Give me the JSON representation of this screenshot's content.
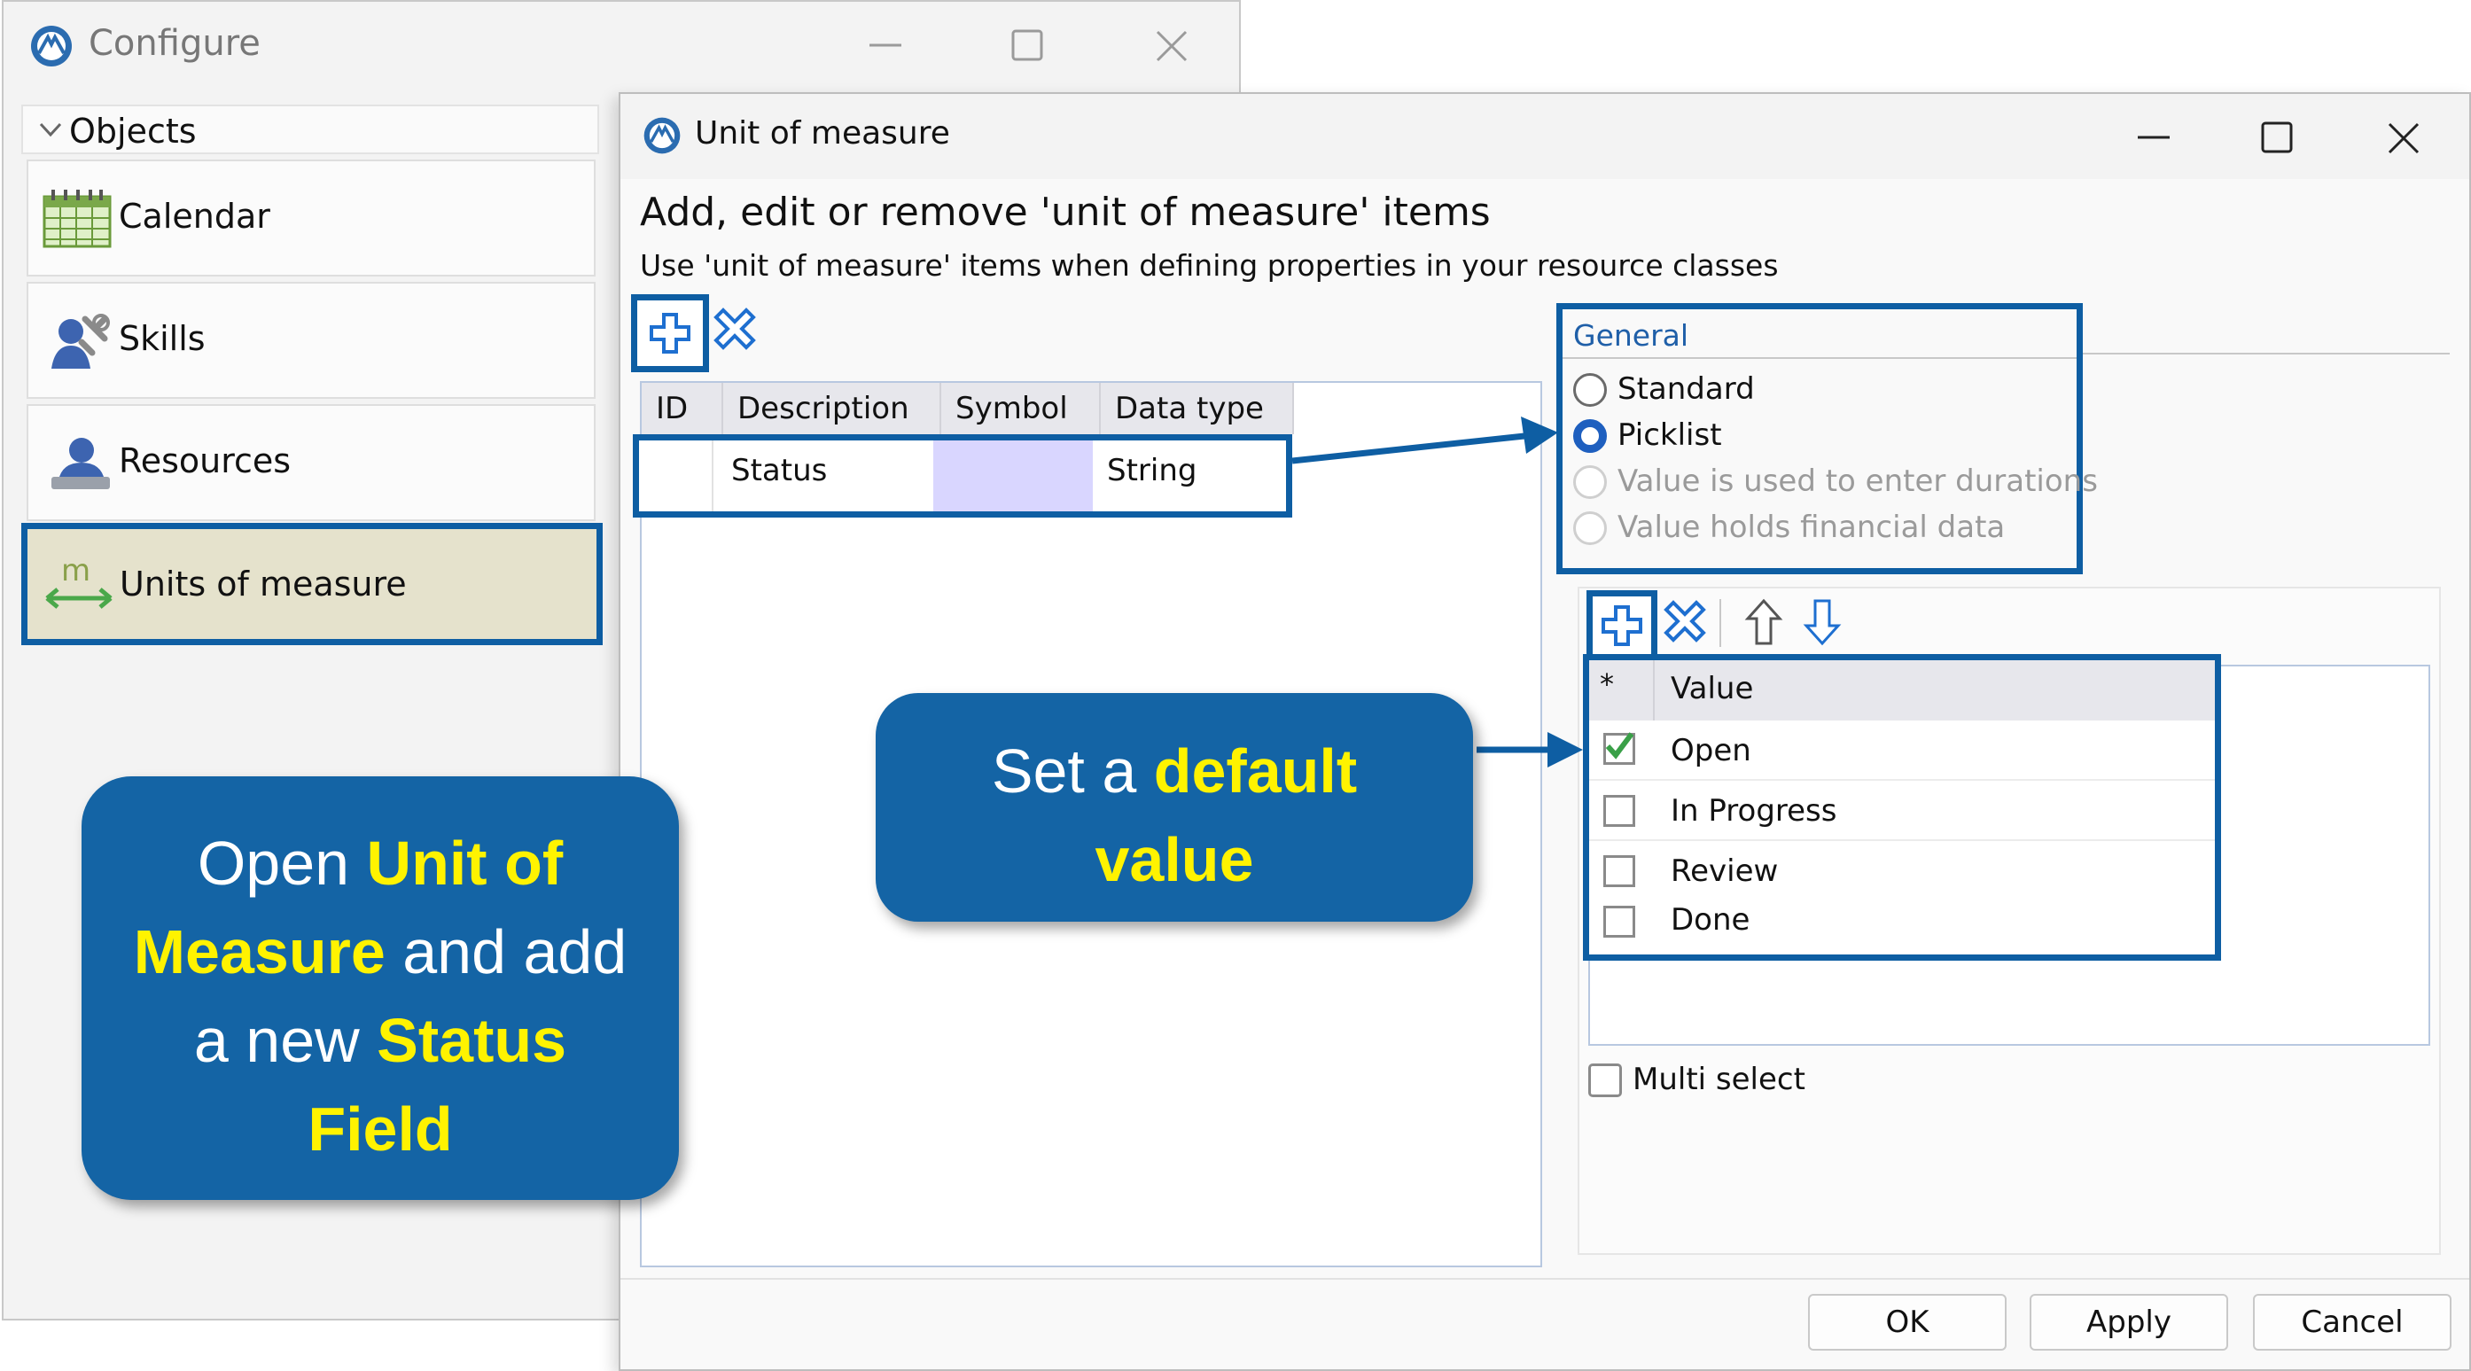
{
  "configure_window": {
    "title": "Configure",
    "objects_header": "Objects",
    "items": [
      {
        "label": "Calendar",
        "icon": "calendar-icon"
      },
      {
        "label": "Skills",
        "icon": "skills-icon"
      },
      {
        "label": "Resources",
        "icon": "resources-icon"
      },
      {
        "label": "Units of measure",
        "icon": "units-of-measure-icon",
        "selected": true
      }
    ]
  },
  "dialog": {
    "title": "Unit of measure",
    "heading": "Add, edit or remove 'unit of measure' items",
    "subheading": "Use 'unit of measure' items when defining properties in your resource classes",
    "table": {
      "columns": [
        "ID",
        "Description",
        "Symbol",
        "Data type"
      ],
      "rows": [
        {
          "id": "",
          "description": "Status",
          "symbol": "",
          "data_type": "String"
        }
      ]
    },
    "general": {
      "label": "General",
      "options": [
        {
          "label": "Standard",
          "selected": false,
          "enabled": true
        },
        {
          "label": "Picklist",
          "selected": true,
          "enabled": true
        },
        {
          "label": "Value is used to enter durations",
          "selected": false,
          "enabled": false
        },
        {
          "label": "Value holds financial data",
          "selected": false,
          "enabled": false
        }
      ]
    },
    "values_table": {
      "star_header": "*",
      "value_header": "Value",
      "rows": [
        {
          "value": "Open",
          "checked": true
        },
        {
          "value": "In Progress",
          "checked": false
        },
        {
          "value": "Review",
          "checked": false
        },
        {
          "value": "Done",
          "checked": false
        }
      ]
    },
    "multi_select_label": "Multi select",
    "buttons": {
      "ok": "OK",
      "apply": "Apply",
      "cancel": "Cancel"
    }
  },
  "callouts": {
    "left": {
      "t1": "Open ",
      "t2": "Unit of Measure",
      "t3": " and add a new ",
      "t4": "Status Field"
    },
    "right": {
      "t1": "Set a ",
      "t2": "default value"
    }
  },
  "colors": {
    "accent_blue": "#1464a5",
    "highlight_border": "#0e5ea3",
    "callout_yellow": "#fff300",
    "selected_item_bg": "#e5e2cc",
    "symbol_cell_bg": "#d9d6ff"
  }
}
